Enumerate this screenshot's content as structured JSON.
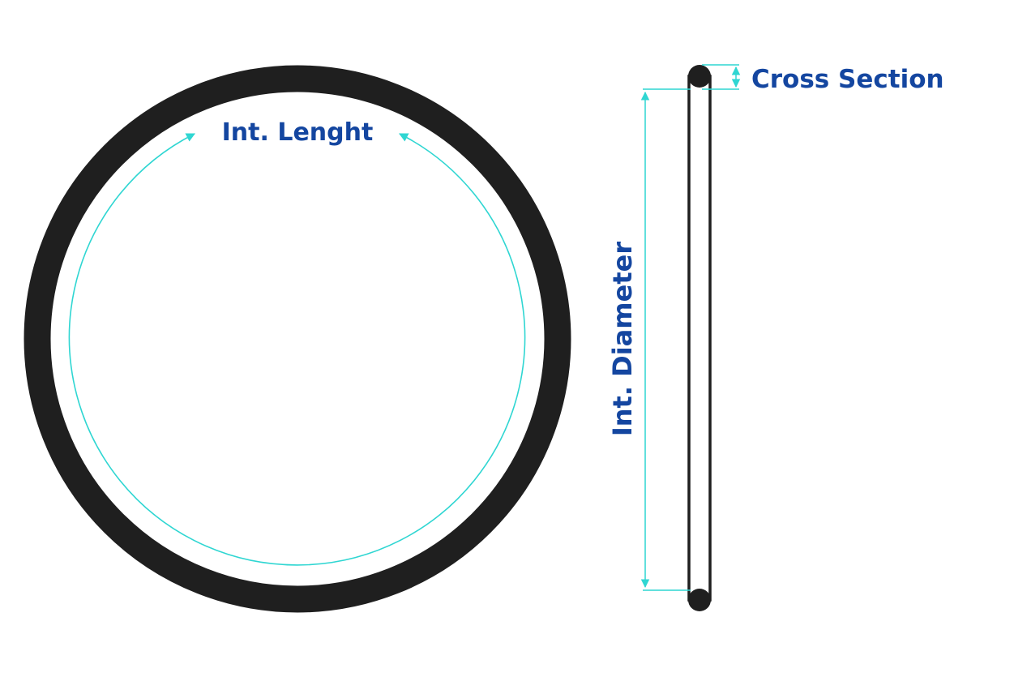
{
  "diagram": {
    "labels": {
      "internal_length": "Int. Lenght",
      "internal_diameter": "Int. Diameter",
      "cross_section": "Cross Section"
    },
    "colors": {
      "ring": "#1f1f1f",
      "dimension": "#2fd6d2",
      "text": "#1446a0",
      "background": "#ffffff"
    }
  }
}
